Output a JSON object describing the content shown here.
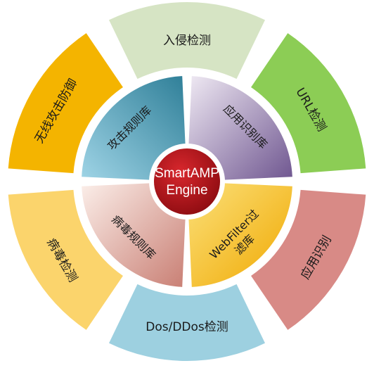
{
  "center": {
    "line1": "SmartAMP",
    "line2": "Engine",
    "color": "#b5151b"
  },
  "outer_ring": [
    {
      "key": "intrusion",
      "label": "入侵检测",
      "color": "#d6e4c4"
    },
    {
      "key": "url",
      "label": "URL检测",
      "color": "#8ccd55"
    },
    {
      "key": "app_ident",
      "label": "应用识别",
      "color": "#d88a86"
    },
    {
      "key": "ddos",
      "label": "Dos/DDos检测",
      "color": "#9dd0e0"
    },
    {
      "key": "virus",
      "label": "病毒检测",
      "color": "#fbd46c"
    },
    {
      "key": "wireless",
      "label": "无线攻击防御",
      "color": "#f4b400"
    }
  ],
  "inner_ring": [
    {
      "key": "attack_rules",
      "label": "攻击规则库",
      "color": "#3f90a8"
    },
    {
      "key": "app_rules",
      "label": "应用识别库",
      "color": "#8f79a8"
    },
    {
      "key": "webfilter_rules",
      "label_line1": "WebFilter过",
      "label_line2": "滤库",
      "color": "#f5b820"
    },
    {
      "key": "virus_rules",
      "label": "病毒规则库",
      "color": "#e3b0a5"
    }
  ]
}
